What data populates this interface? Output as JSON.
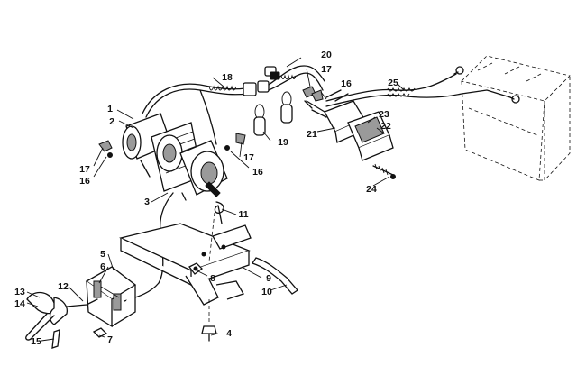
{
  "callouts": [
    {
      "key": "c1",
      "text": "1"
    },
    {
      "key": "c2",
      "text": "2"
    },
    {
      "key": "c3",
      "text": "3"
    },
    {
      "key": "c4",
      "text": "4"
    },
    {
      "key": "c5",
      "text": "5"
    },
    {
      "key": "c6",
      "text": "6"
    },
    {
      "key": "c7",
      "text": "7"
    },
    {
      "key": "c8",
      "text": "8"
    },
    {
      "key": "c9",
      "text": "9"
    },
    {
      "key": "c10",
      "text": "10"
    },
    {
      "key": "c11",
      "text": "11"
    },
    {
      "key": "c12",
      "text": "12"
    },
    {
      "key": "c13",
      "text": "13"
    },
    {
      "key": "c14",
      "text": "14"
    },
    {
      "key": "c15",
      "text": "15"
    },
    {
      "key": "c16a",
      "text": "16"
    },
    {
      "key": "c16b",
      "text": "16"
    },
    {
      "key": "c16c",
      "text": "16"
    },
    {
      "key": "c17a",
      "text": "17"
    },
    {
      "key": "c17b",
      "text": "17"
    },
    {
      "key": "c17c",
      "text": "17"
    },
    {
      "key": "c18",
      "text": "18"
    },
    {
      "key": "c19",
      "text": "19"
    },
    {
      "key": "c20",
      "text": "20"
    },
    {
      "key": "c21",
      "text": "21"
    },
    {
      "key": "c22",
      "text": "22"
    },
    {
      "key": "c23",
      "text": "23"
    },
    {
      "key": "c24",
      "text": "24"
    },
    {
      "key": "c25",
      "text": "25"
    }
  ]
}
